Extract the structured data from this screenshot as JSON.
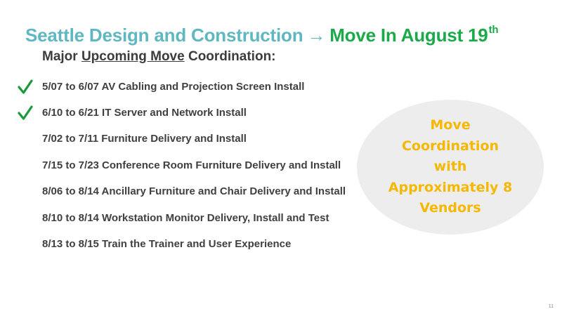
{
  "title": {
    "part1": "Seattle Design and Construction",
    "arrow": "→",
    "part2": "Move In August 19",
    "sup": "th"
  },
  "subtitle": {
    "prefix": "Major ",
    "underlined": "Upcoming Move",
    "suffix": " Coordination:"
  },
  "items": [
    {
      "text": "5/07 to 6/07 AV Cabling and Projection Screen Install",
      "checked": true
    },
    {
      "text": "6/10 to 6/21 IT Server and Network Install",
      "checked": true
    },
    {
      "text": "7/02 to 7/11 Furniture Delivery and Install",
      "checked": false
    },
    {
      "text": "7/15 to 7/23 Conference Room Furniture Delivery and Install",
      "checked": false
    },
    {
      "text": "8/06 to 8/14 Ancillary Furniture and Chair Delivery and Install",
      "checked": false
    },
    {
      "text": "8/10 to 8/14 Workstation Monitor Delivery, Install and Test",
      "checked": false
    },
    {
      "text": "8/13 to 8/15 Train the Trainer and User Experience",
      "checked": false
    }
  ],
  "callout": {
    "text": "Move Coordination with Approximately 8 Vendors"
  },
  "page_number": "11",
  "colors": {
    "title_teal": "#5fb7bf",
    "title_green": "#1aaa4a",
    "check_green": "#1a9a3a",
    "callout_text": "#f5b800",
    "callout_bg": "#ededed"
  },
  "icons": {
    "check": "check-icon",
    "arrow": "right-arrow-icon"
  }
}
